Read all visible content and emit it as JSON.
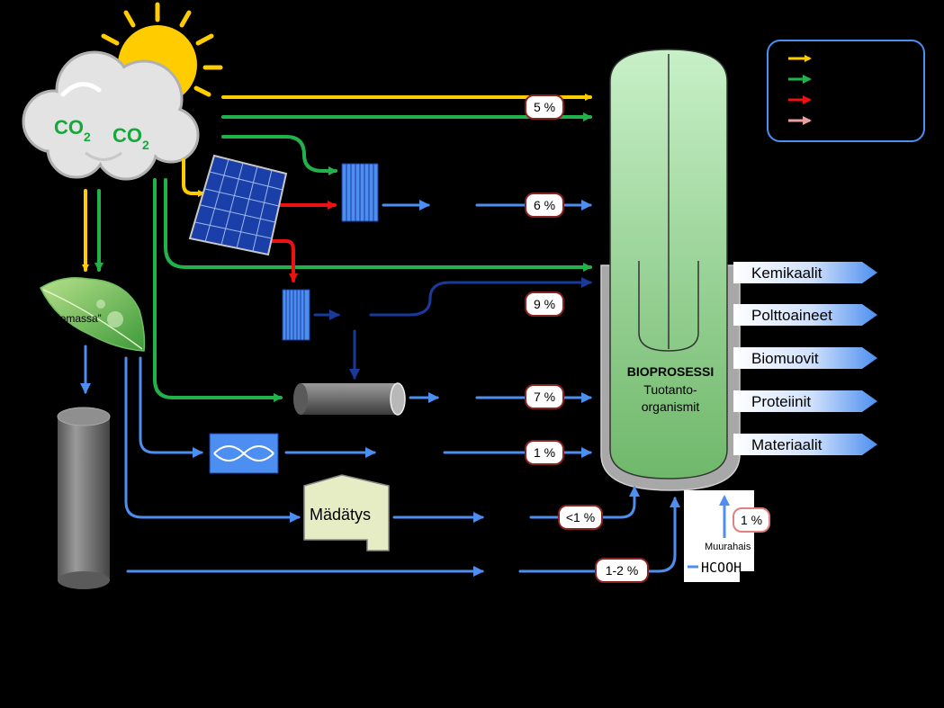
{
  "colors": {
    "sunlight": "#ffcc00",
    "co2": "#22b24c",
    "electricity": "#ee1111",
    "heat": "#e8a0a0",
    "product": "#4d8ff0",
    "product_dark": "#1a3a9a",
    "reactor": "#a8dca0",
    "legend_border": "#4d8ff0"
  },
  "legend": {
    "items": [
      {
        "color_key": "sunlight"
      },
      {
        "color_key": "co2"
      },
      {
        "color_key": "electricity"
      },
      {
        "color_key": "heat"
      }
    ]
  },
  "cloud": {
    "co2_a": "CO",
    "co2_a_sub": "2",
    "co2_b": "CO",
    "co2_b_sub": "2"
  },
  "biomass_label": "“Biomassa”",
  "bioprocess": {
    "title": "BIOPROSESSI",
    "line1": "Tuotanto-",
    "line2": "organismit"
  },
  "percentages": {
    "p5": "5 %",
    "p6": "6 %",
    "p9": "9 %",
    "p7": "7 %",
    "p1": "1 %",
    "p_lt1": "<1 %",
    "p1_2": "1-2 %",
    "p_formic": "1 %"
  },
  "digestion_label": "Mädätys",
  "formic": {
    "name": "Muurahais",
    "formula": "HCOOH"
  },
  "outputs": [
    "Kemikaalit",
    "Polttoaineet",
    "Biomuovit",
    "Proteiinit",
    "Materiaalit"
  ]
}
